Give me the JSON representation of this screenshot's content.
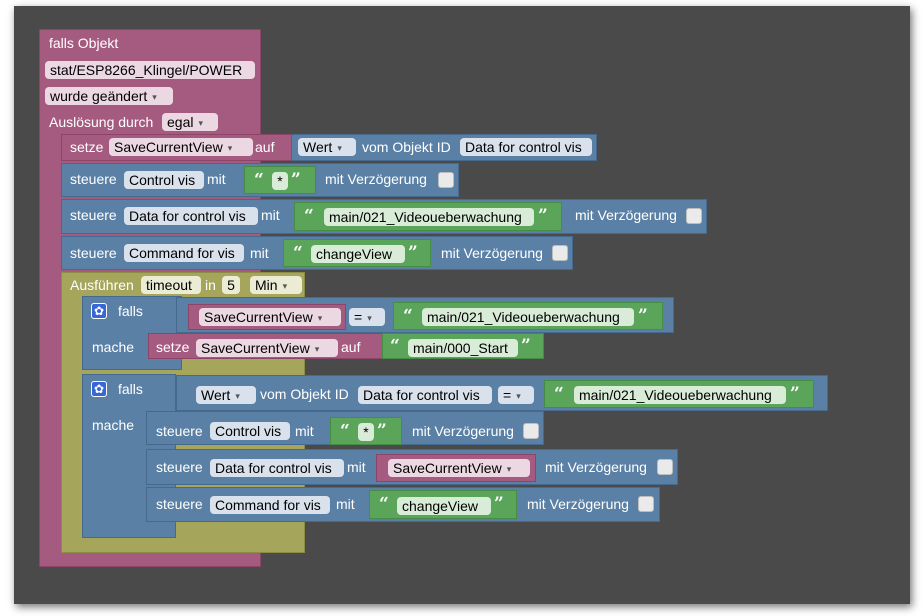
{
  "event": {
    "title": "falls Objekt",
    "object_id": "stat/ESP8266_Klingel/POWER",
    "trigger": "wurde geändert",
    "trigger_by_label": "Auslösung durch",
    "trigger_by_value": "egal"
  },
  "set_var": {
    "label_setze": "setze",
    "variable": "SaveCurrentView",
    "label_auf": "auf",
    "source": "Wert",
    "label_from_object": "vom Objekt ID",
    "object": "Data for control vis"
  },
  "control1": {
    "label": "steuere",
    "object": "Control vis",
    "label_mit": "mit",
    "value": "*",
    "delay_label": "mit Verzögerung"
  },
  "control2": {
    "label": "steuere",
    "object": "Data for control vis",
    "label_mit": "mit",
    "value": "main/021_Videoueberwachung",
    "delay_label": "mit Verzögerung"
  },
  "control3": {
    "label": "steuere",
    "object": "Command for vis",
    "label_mit": "mit",
    "value": "changeView",
    "delay_label": "mit Verzögerung"
  },
  "timeout": {
    "label": "Ausführen",
    "name": "timeout",
    "label_in": "in",
    "amount": "5",
    "unit": "Min"
  },
  "if1": {
    "label_if": "falls",
    "variable": "SaveCurrentView",
    "op": "=",
    "value": "main/021_Videoueberwachung",
    "label_do": "mache",
    "set_label": "setze",
    "set_variable": "SaveCurrentView",
    "set_label_auf": "auf",
    "set_value": "main/000_Start"
  },
  "if2": {
    "label_if": "falls",
    "source": "Wert",
    "label_from_object": "vom Objekt ID",
    "object": "Data for control vis",
    "op": "=",
    "value": "main/021_Videoueberwachung",
    "label_do": "mache",
    "c1": {
      "label": "steuere",
      "object": "Control vis",
      "label_mit": "mit",
      "value": "*",
      "delay_label": "mit Verzögerung"
    },
    "c2": {
      "label": "steuere",
      "object": "Data for control vis",
      "label_mit": "mit",
      "value": "SaveCurrentView",
      "delay_label": "mit Verzögerung"
    },
    "c3": {
      "label": "steuere",
      "object": "Command for vis",
      "label_mit": "mit",
      "value": "changeView",
      "delay_label": "mit Verzögerung"
    }
  },
  "glyphs": {
    "quote_open": "“",
    "quote_close": "”",
    "gear": "✿",
    "dropdown": "▾"
  },
  "colors": {
    "event": "#a55b80",
    "action": "#5b80a5",
    "timeout": "#a5a55b",
    "text": "#5ba55b",
    "canvas": "#4a4a4a"
  }
}
